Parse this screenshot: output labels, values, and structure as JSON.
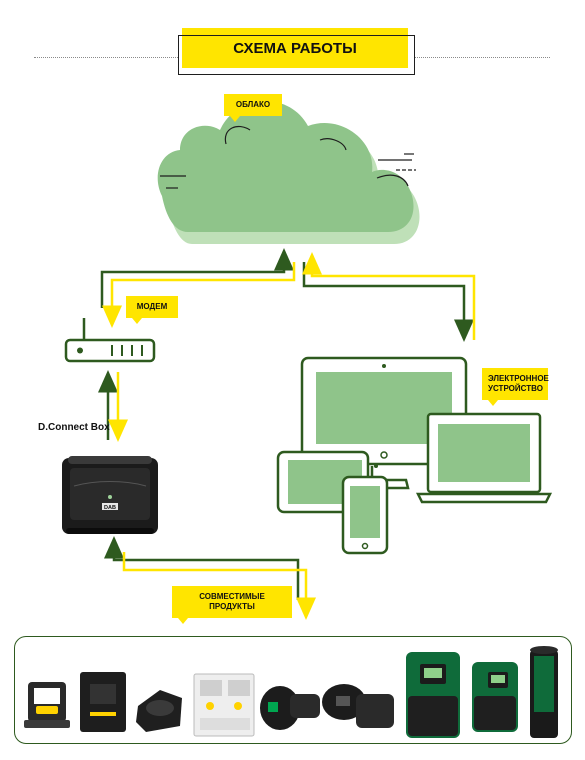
{
  "title": "СХЕМА РАБОТЫ",
  "nodes": {
    "cloud": "ОБЛАКО",
    "modem": "МОДЕМ",
    "dconnect": "D.Connect Box",
    "device": "ЭЛЕКТРОННОЕ УСТРОЙСТВО",
    "products": "СОВМЕСТИМЫЕ ПРОДУКТЫ"
  },
  "box_logo": "DAB",
  "colors": {
    "accent_yellow": "#ffe500",
    "dark_green": "#2e5a1f",
    "fill_green": "#8fc48a",
    "shadow_green": "#bfe0b8"
  }
}
